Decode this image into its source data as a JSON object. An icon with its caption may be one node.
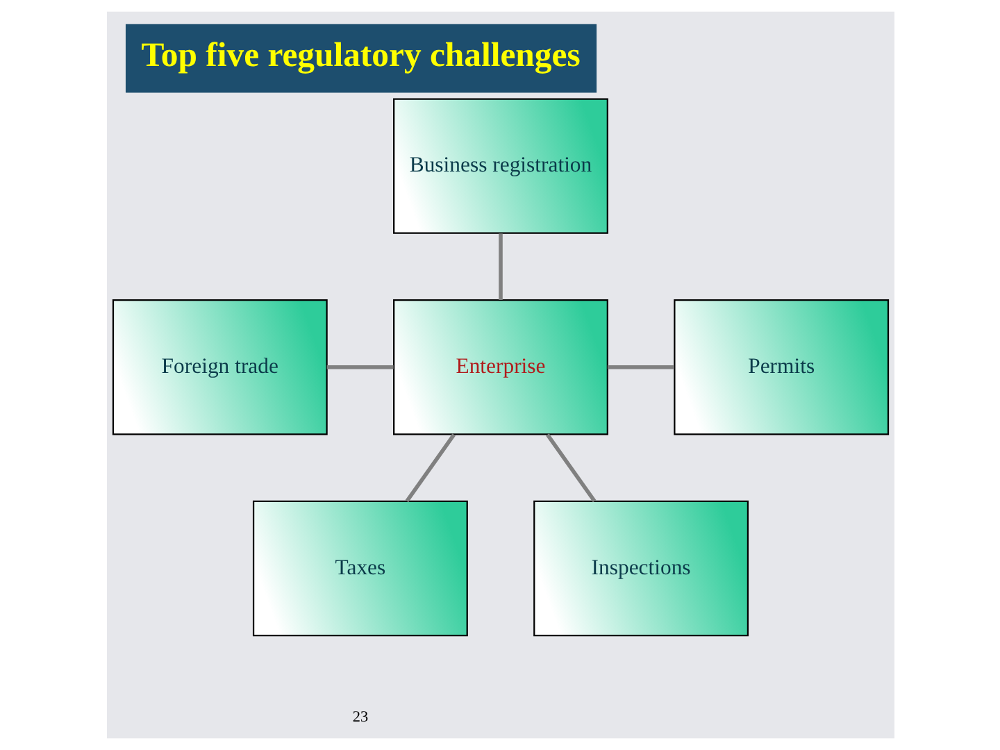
{
  "diagram": {
    "title": "Top five regulatory challenges",
    "nodes": [
      {
        "text": [
          "Business registration"
        ]
      },
      {
        "text": [
          "Foreign trade"
        ]
      },
      {
        "text": [
          "Permits"
        ]
      },
      {
        "text": [
          "Enterprise"
        ]
      },
      {
        "text": [
          "Taxes"
        ]
      },
      {
        "text": [
          "Inspections"
        ]
      }
    ],
    "edges": [
      {
        "from": 0,
        "to": 3,
        "arrow": "none"
      },
      {
        "from": 1,
        "to": 3,
        "arrow": "none"
      },
      {
        "from": 3,
        "to": 2,
        "arrow": "none"
      },
      {
        "from": 3,
        "to": 4,
        "arrow": "none"
      },
      {
        "from": 3,
        "to": 5,
        "arrow": "none"
      }
    ],
    "labels": [
      "23"
    ]
  }
}
